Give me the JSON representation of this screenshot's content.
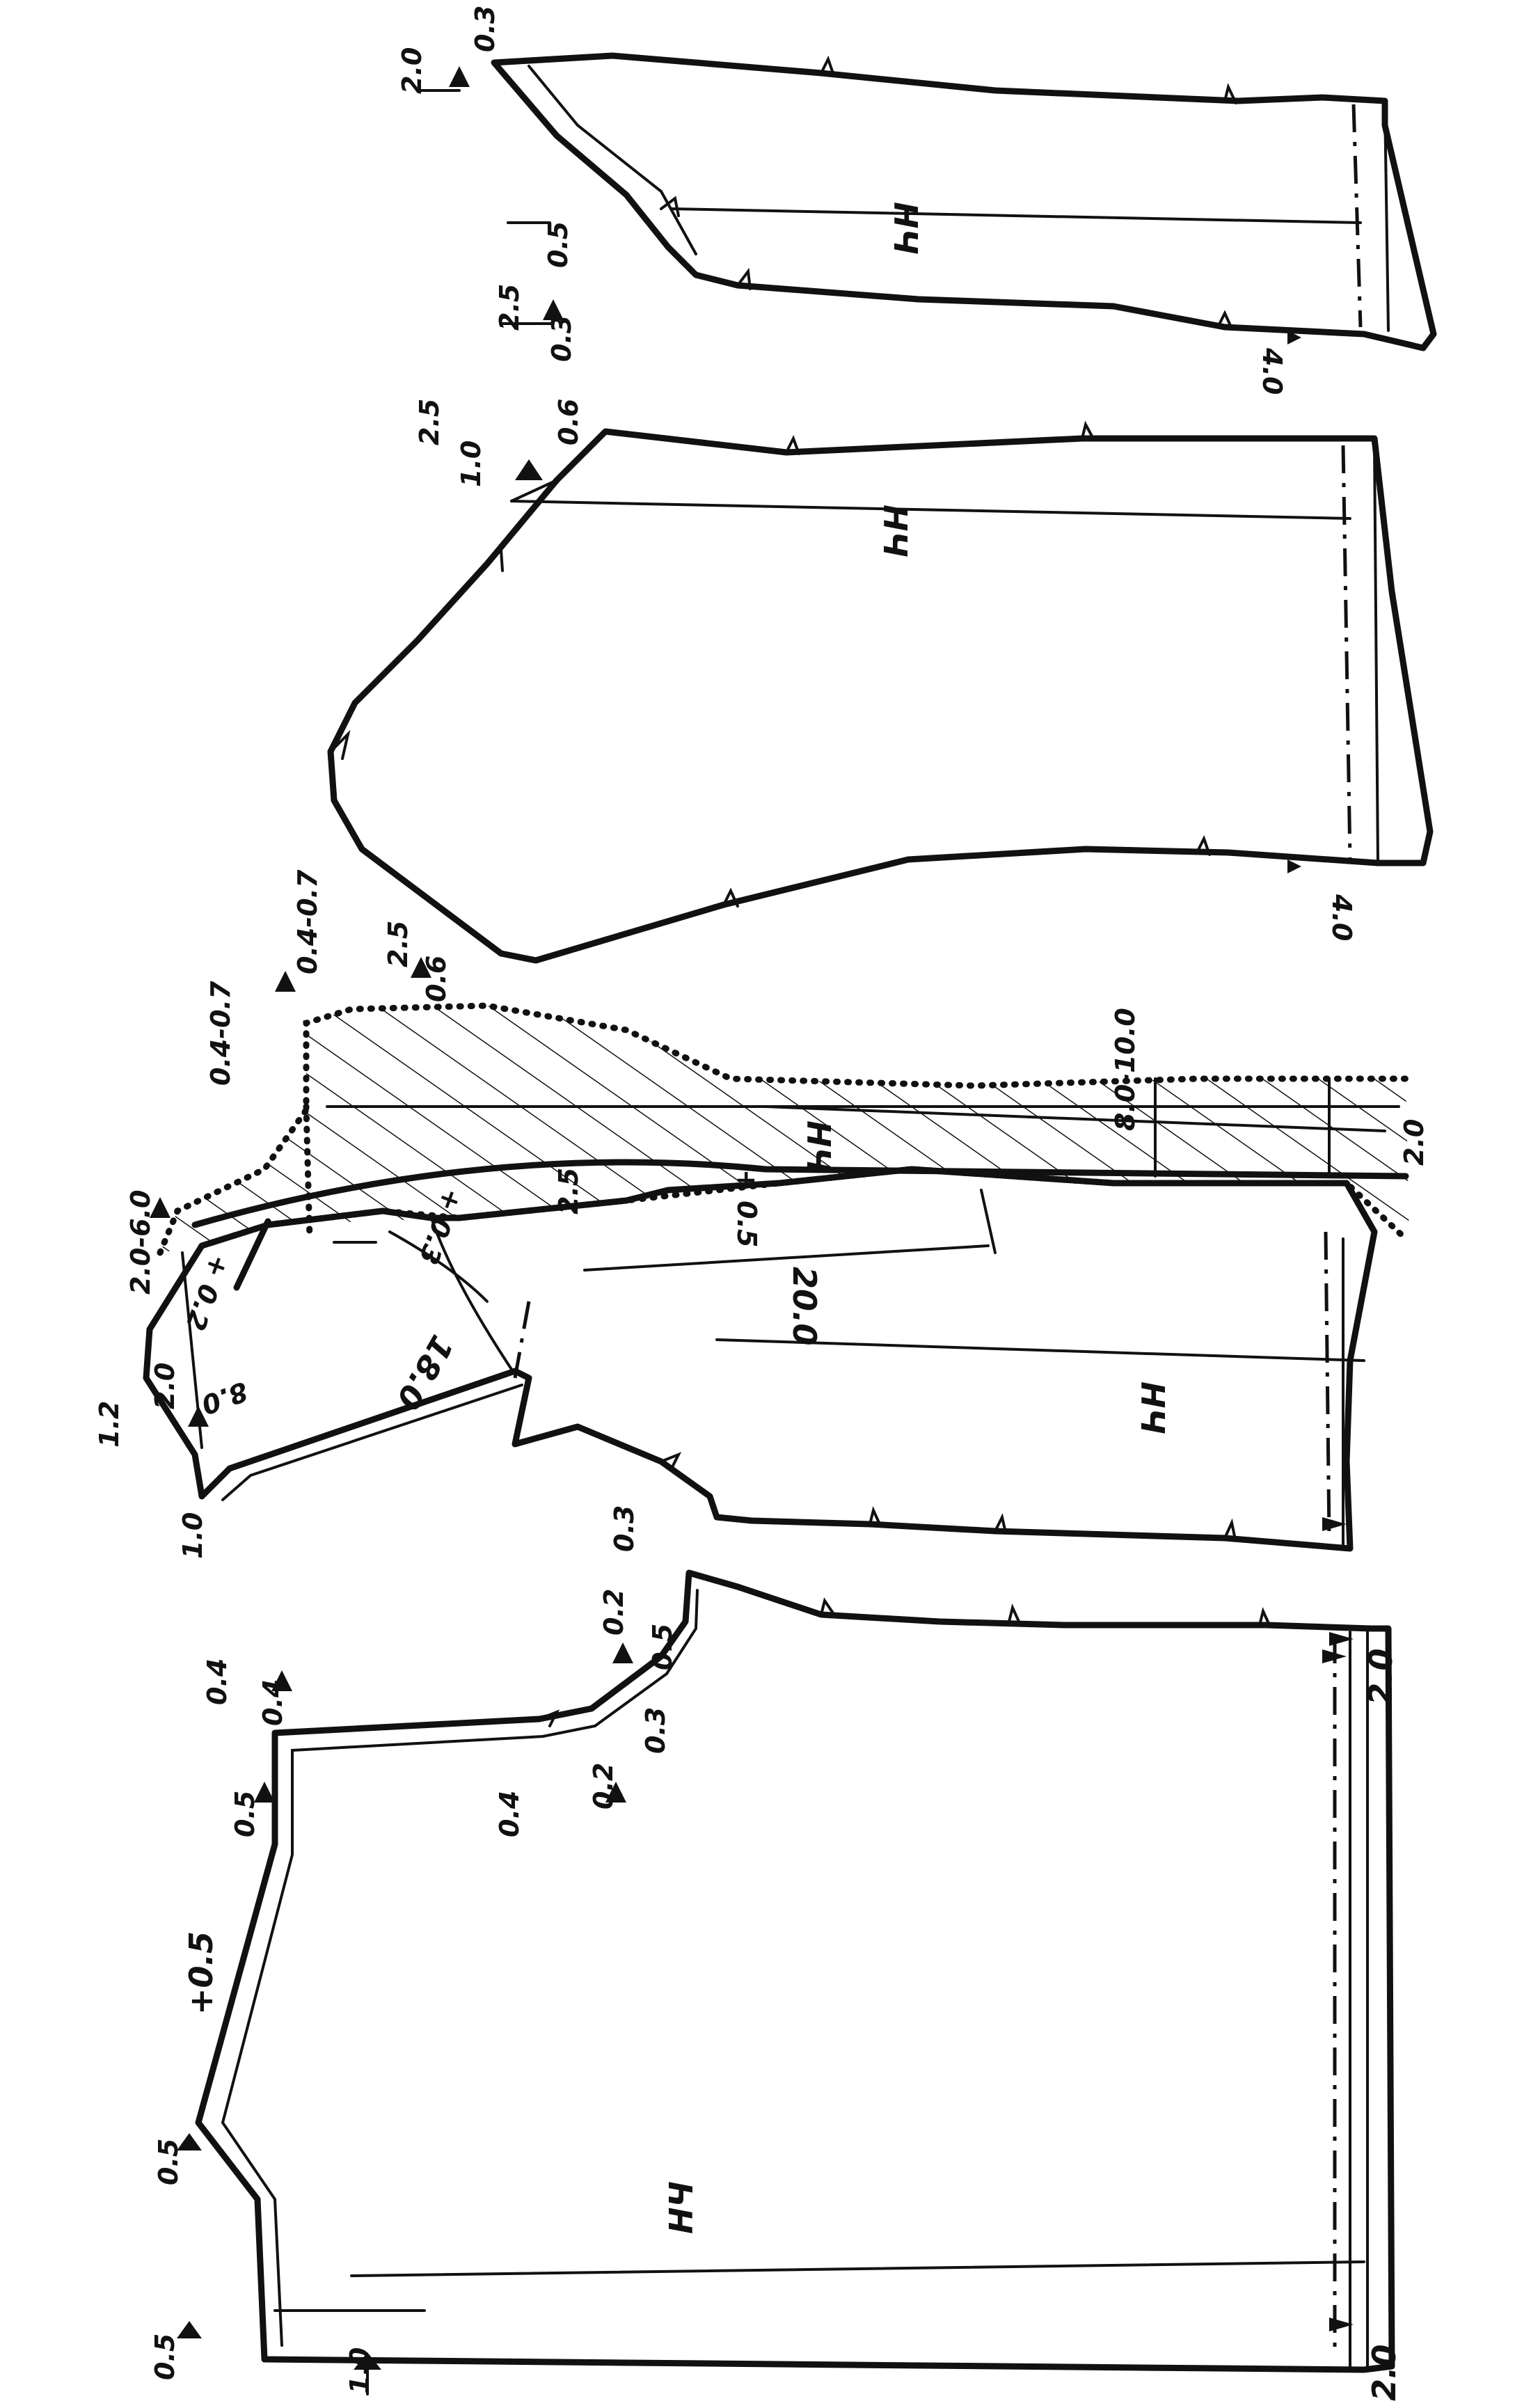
{
  "labels": {
    "back_neck_hi": "0.5",
    "back_neck_lo": "0.5",
    "back_shoulder": "+0.5",
    "back_hem_side": "1.0",
    "back_armhole_a": "0.5",
    "back_armhole_b": "0.4",
    "back_side_a": "0.2",
    "back_side_b": "0.3",
    "back_bottom": "2.0",
    "back_grain": "НЧ",
    "front_bottom": "2.0",
    "front_shoulder_a": "0.4",
    "front_shoulder_b": "0.4",
    "front_shoulder_c": "1.0",
    "front_side_a": "0.2",
    "front_side_b": "0.5",
    "front_armhole": "0.3",
    "front_lapel_a": "1.2",
    "front_lapel_b": "2.0",
    "front_gorge": "2.0-6.0",
    "front_grain": "НЧ",
    "front_dim_8": "8.0",
    "front_dim_18": "18.0",
    "front_dim_20": "20.0",
    "front_pt1": "+ 0.2",
    "front_pt2": "+ 0.3",
    "front_pt3": "+ 0.5",
    "front_pt4": "2.5",
    "facing_top_a": "0.4-0.7",
    "facing_top_b": "0.4-0.7",
    "facing_grain": "НЧ",
    "facing_width": "8.0-10.0",
    "facing_bottom": "2.0",
    "top_sleeve_a": "2.5",
    "top_sleeve_b": "0.6",
    "top_sleeve_c": "2.5",
    "top_sleeve_d": "0.6",
    "top_sleeve_e": "1.0",
    "top_sleeve_grain": "НЧ",
    "top_sleeve_hem": "4.0",
    "under_sleeve_a": "2.0",
    "under_sleeve_b": "0.3",
    "under_sleeve_c": "0.5",
    "under_sleeve_d": "2.5",
    "under_sleeve_e": "0.3",
    "under_sleeve_grain": "НЧ",
    "under_sleeve_hem": "4.0"
  }
}
